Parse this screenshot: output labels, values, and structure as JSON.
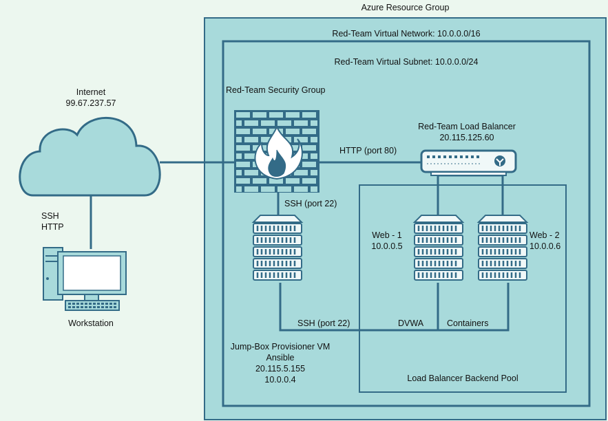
{
  "colors": {
    "background": "#ecf7ef",
    "group_fill": "#a8dadb",
    "stroke": "#336b87",
    "server_fill": "#f0f8f8",
    "firewall_fill": "#336b87",
    "flame_fill": "#ffffff"
  },
  "groups": {
    "resource_group": "Azure Resource Group",
    "vnet": "Red-Team Virtual Network: 10.0.0.0/16",
    "subnet": "Red-Team Virtual Subnet: 10.0.0.0/24",
    "security_group": "Red-Team Security Group",
    "backend_pool": "Load Balancer Backend Pool"
  },
  "internet": {
    "title": "Internet",
    "ip": "99.67.237.57",
    "icon": "cloud-icon"
  },
  "workstation": {
    "title": "Workstation",
    "icon": "desktop-computer-icon"
  },
  "firewall": {
    "icon": "firewall-icon"
  },
  "load_balancer": {
    "title": "Red-Team Load Balancer",
    "ip": "20.115.125.60",
    "icon": "load-balancer-icon"
  },
  "jumpbox": {
    "line1": "Jump-Box Provisioner VM",
    "line2": "Ansible",
    "line3": "20.115.5.155",
    "line4": "10.0.0.4",
    "icon": "server-icon"
  },
  "web1": {
    "name": "Web - 1",
    "ip": "10.0.0.5",
    "icon": "server-icon"
  },
  "web2": {
    "name": "Web - 2",
    "ip": "10.0.0.6",
    "icon": "server-icon"
  },
  "connections": {
    "ssh_label": "SSH",
    "http_label": "HTTP",
    "http_port80": "HTTP (port 80)",
    "ssh_port22_top": "SSH (port 22)",
    "ssh_port22_bottom": "SSH (port 22)",
    "dvwa": "DVWA",
    "containers": "Containers"
  }
}
